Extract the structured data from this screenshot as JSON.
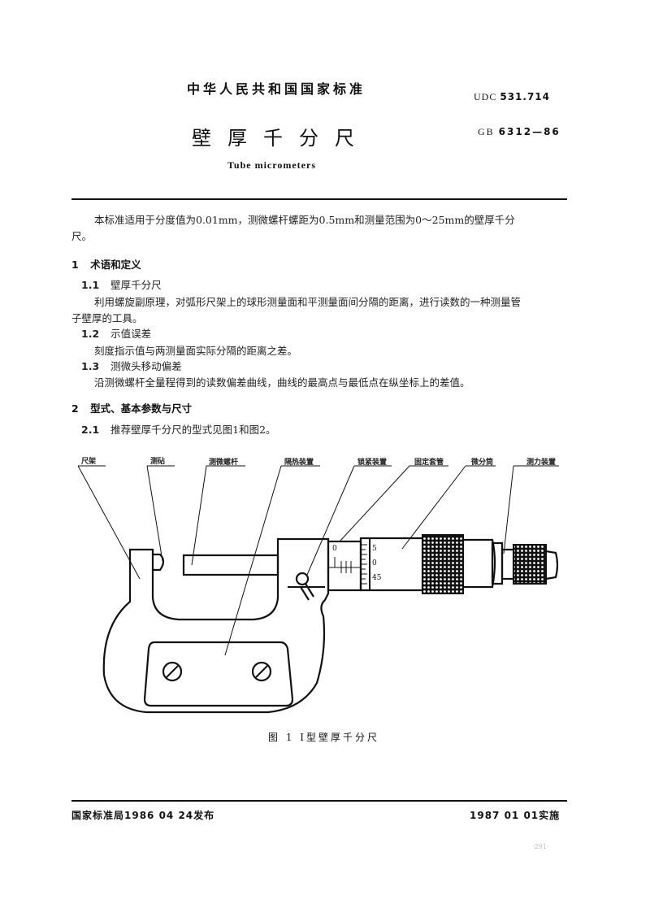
{
  "header": {
    "standard_name": "中华人民共和国国家标准",
    "udc_prefix": "UDC",
    "udc_number": "531.714",
    "title_cn": "壁厚千分尺",
    "gb_prefix": "GB",
    "gb_number": "6312—86",
    "title_en": "Tube micrometers"
  },
  "intro": {
    "line1": "本标准适用于分度值为0.01mm，测微螺杆螺距为0.5mm和测量范围为0～25mm的壁厚千分",
    "line2": "尺。"
  },
  "sections": [
    {
      "number": "1",
      "title": "术语和定义",
      "items": [
        {
          "number": "1.1",
          "title": "壁厚千分尺",
          "text_line1": "利用螺旋副原理，对弧形尺架上的球形测量面和平测量面间分隔的距离，进行读数的一种测量管",
          "text_line2": "子壁厚的工具。"
        },
        {
          "number": "1.2",
          "title": "示值误差",
          "text_line1": "刻度指示值与两测量面实际分隔的距离之差。"
        },
        {
          "number": "1.3",
          "title": "测微头移动偏差",
          "text_line1": "沿测微螺杆全量程得到的读数偏差曲线，曲线的最高点与最低点在纵坐标上的差值。"
        }
      ]
    },
    {
      "number": "2",
      "title": "型式、基本参数与尺寸",
      "items": [
        {
          "number": "2.1",
          "text_line1": "推荐壁厚千分尺的型式见图1和图2。"
        }
      ]
    }
  ],
  "figure": {
    "labels": [
      "尺架",
      "测砧",
      "测微螺杆",
      "隔热装置",
      "锁紧装置",
      "固定套管",
      "微分筒",
      "测力装置"
    ],
    "scale_sleeve": "0",
    "scale_thimble": [
      "5",
      "0",
      "45"
    ],
    "caption": "图 1  Ⅰ型壁厚千分尺"
  },
  "footer": {
    "issued": "国家标准局1986 04 24发布",
    "effective": "1987 01 01实施",
    "page_mark": "·291·"
  }
}
